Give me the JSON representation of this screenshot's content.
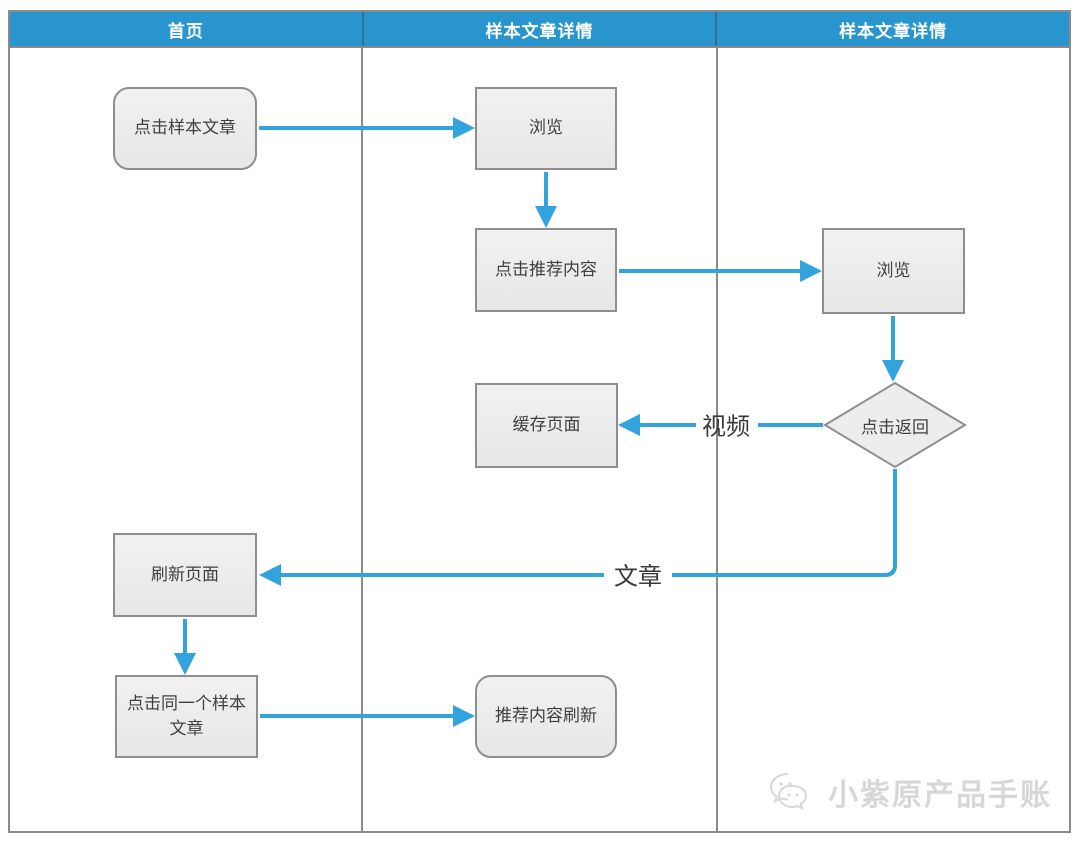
{
  "lanes": [
    {
      "label": "首页"
    },
    {
      "label": "样本文章详情"
    },
    {
      "label": "样本文章详情"
    }
  ],
  "nodes": {
    "click_sample_article": {
      "label": "点击样本文章",
      "shape": "rounded-rect"
    },
    "browse_detail_1": {
      "label": "浏览",
      "shape": "rect"
    },
    "click_recommended": {
      "label": "点击推荐内容",
      "shape": "rect"
    },
    "browse_detail_2": {
      "label": "浏览",
      "shape": "rect"
    },
    "click_back": {
      "label": "点击返回",
      "shape": "diamond"
    },
    "cache_page": {
      "label": "缓存页面",
      "shape": "rect"
    },
    "refresh_page": {
      "label": "刷新页面",
      "shape": "rect"
    },
    "click_same_article": {
      "label": "点击同一个样本文章",
      "shape": "rect"
    },
    "recommended_refresh": {
      "label": "推荐内容刷新",
      "shape": "rounded-rect"
    }
  },
  "edge_labels": {
    "video": "视频",
    "article": "文章"
  },
  "watermark": {
    "text": "小紫原产品手账",
    "icon": "wechat-icon"
  },
  "colors": {
    "header": "#2895ce",
    "arrow": "#32a3dc",
    "line": "#8a8a8a"
  }
}
